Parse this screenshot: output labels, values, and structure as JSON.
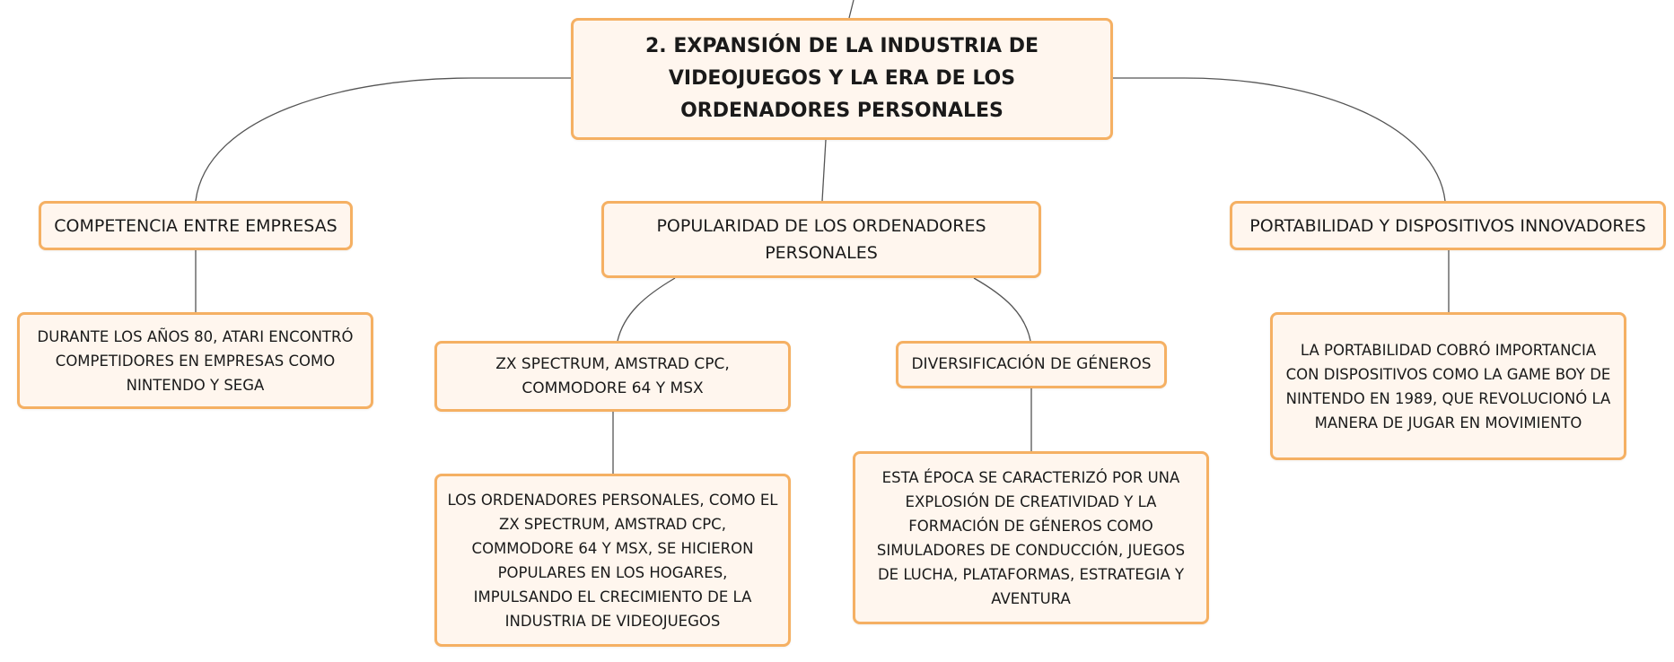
{
  "diagram": {
    "root": {
      "text": "2. EXPANSIÓN DE LA INDUSTRIA DE VIDEOJUEGOS Y LA ERA DE LOS ORDENADORES PERSONALES"
    },
    "branches": [
      {
        "title": "COMPETENCIA ENTRE EMPRESAS",
        "detail": "DURANTE LOS AÑOS 80, ATARI ENCONTRÓ COMPETIDORES EN EMPRESAS COMO NINTENDO Y SEGA"
      },
      {
        "title": "POPULARIDAD DE LOS ORDENADORES PERSONALES",
        "subtopics": [
          {
            "title": "ZX SPECTRUM, AMSTRAD CPC, COMMODORE 64 Y MSX",
            "detail": "LOS ORDENADORES PERSONALES, COMO EL ZX SPECTRUM, AMSTRAD CPC, COMMODORE 64 Y MSX, SE HICIERON POPULARES EN LOS HOGARES, IMPULSANDO EL CRECIMIENTO DE LA INDUSTRIA DE VIDEOJUEGOS"
          },
          {
            "title": "DIVERSIFICACIÓN DE GÉNEROS",
            "detail": "ESTA ÉPOCA SE CARACTERIZÓ POR UNA EXPLOSIÓN DE CREATIVIDAD Y LA FORMACIÓN DE GÉNEROS COMO SIMULADORES DE CONDUCCIÓN, JUEGOS DE LUCHA, PLATAFORMAS, ESTRATEGIA Y AVENTURA"
          }
        ]
      },
      {
        "title": "PORTABILIDAD Y DISPOSITIVOS INNOVADORES",
        "detail": "LA PORTABILIDAD COBRÓ IMPORTANCIA CON DISPOSITIVOS COMO LA GAME BOY DE NINTENDO EN 1989, QUE REVOLUCIONÓ LA MANERA DE JUGAR EN MOVIMIENTO"
      }
    ]
  },
  "colors": {
    "node_fill": "#fff6ee",
    "node_border": "#f5b063",
    "connector": "#555555",
    "text": "#1a1a1a"
  }
}
